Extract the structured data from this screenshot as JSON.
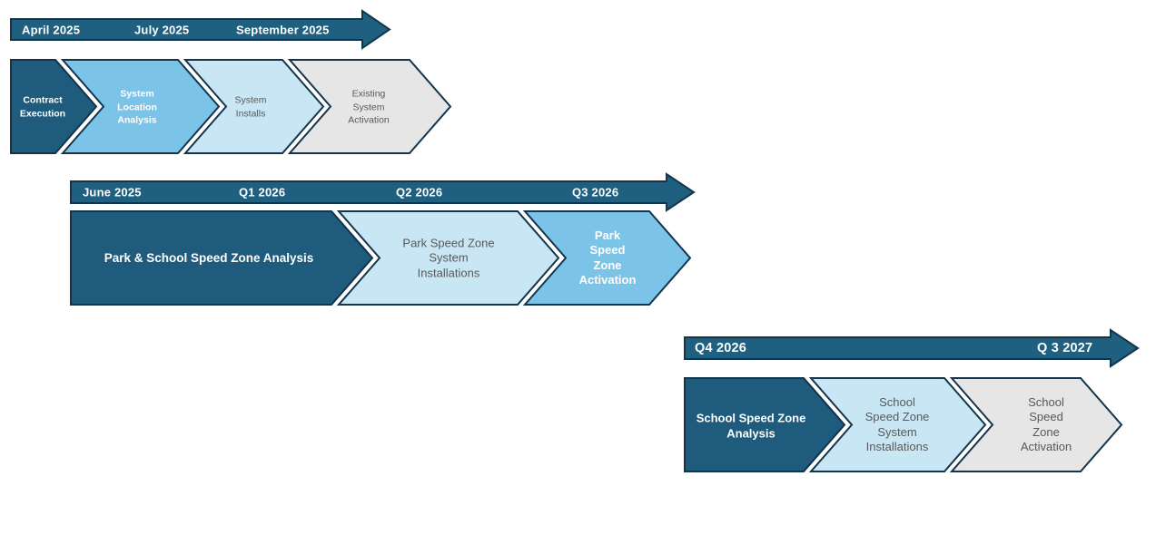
{
  "colors": {
    "arrow": "#1F6080",
    "dark": "#1E5B7D",
    "medium": "#7CC3E8",
    "light": "#C9E6F5",
    "gray": "#E6E6E6",
    "outline": "#13344B",
    "text_light": "#FFFFFF",
    "text_dark": "#595959"
  },
  "timelines": [
    {
      "labels": [
        {
          "text": "April 2025"
        },
        {
          "text": "July 2025"
        },
        {
          "text": "September 2025"
        }
      ]
    },
    {
      "labels": [
        {
          "text": "June 2025"
        },
        {
          "text": "Q1 2026"
        },
        {
          "text": "Q2 2026"
        },
        {
          "text": "Q3 2026"
        }
      ]
    },
    {
      "labels": [
        {
          "text": "Q4 2026"
        },
        {
          "text": "Q 3 2027"
        }
      ]
    }
  ],
  "phases": [
    {
      "steps": [
        {
          "label": "Contract\nExecution"
        },
        {
          "label": "System\nLocation\nAnalysis"
        },
        {
          "label": "System\nInstalls"
        },
        {
          "label": "Existing\nSystem\nActivation"
        }
      ]
    },
    {
      "steps": [
        {
          "label": "Park & School Speed Zone Analysis"
        },
        {
          "label": "Park Speed Zone\nSystem\nInstallations"
        },
        {
          "label": "Park\nSpeed\nZone\nActivation"
        }
      ]
    },
    {
      "steps": [
        {
          "label": "School Speed Zone\nAnalysis"
        },
        {
          "label": "School\nSpeed Zone\nSystem\nInstallations"
        },
        {
          "label": "School\nSpeed\nZone\nActivation"
        }
      ]
    }
  ]
}
